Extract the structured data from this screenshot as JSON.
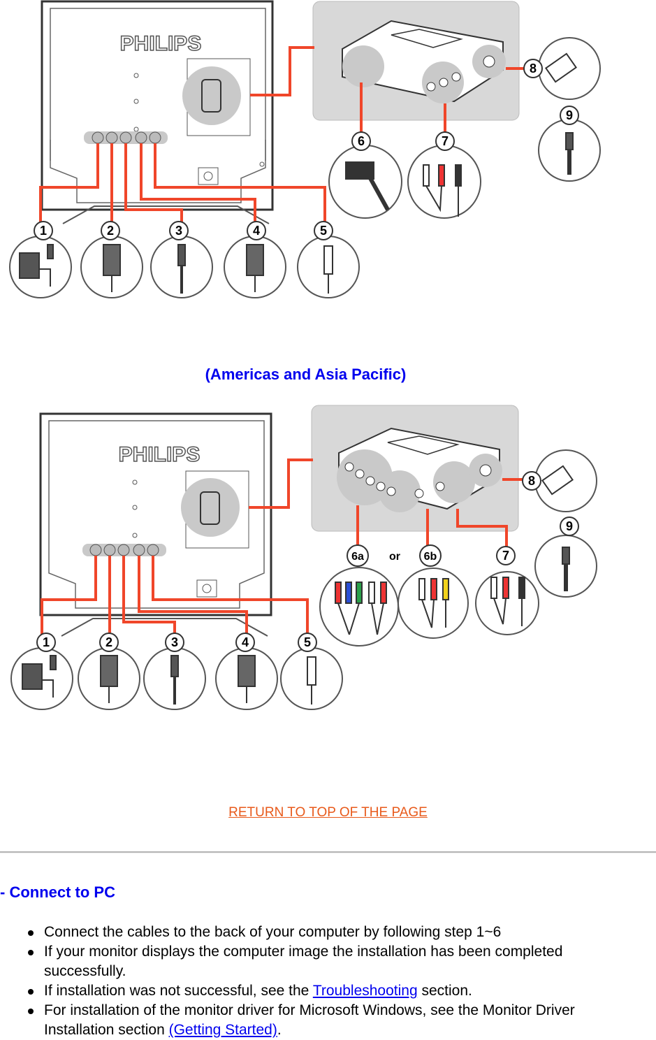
{
  "diagram1": {
    "brand": "PHILIPS",
    "callouts": [
      "1",
      "2",
      "3",
      "4",
      "5",
      "6",
      "7",
      "8",
      "9"
    ]
  },
  "caption": "(Americas and Asia Pacific)",
  "diagram2": {
    "brand": "PHILIPS",
    "callouts": [
      "1",
      "2",
      "3",
      "4",
      "5",
      "6a",
      "6b",
      "7",
      "8",
      "9"
    ],
    "or_label": "or"
  },
  "return_link": "RETURN TO TOP OF THE PAGE",
  "section_title": "- Connect to PC",
  "bullets": {
    "b1": "Connect the cables to the back of your computer by following step 1~6",
    "b2": "If your monitor displays the computer image the installation has been completed successfully.",
    "b3_pre": "If installation was not successful, see the ",
    "b3_link": "Troubleshooting",
    "b3_post": " section.",
    "b4_pre": "For installation of the monitor driver for Microsoft Windows, see the Monitor Driver Installation section ",
    "b4_link": "(Getting Started)",
    "b4_post": "."
  },
  "colors": {
    "wire": "#f0462a",
    "link": "#0000ee",
    "return_link": "#e85a1b",
    "panel": "#d8d8d8"
  }
}
